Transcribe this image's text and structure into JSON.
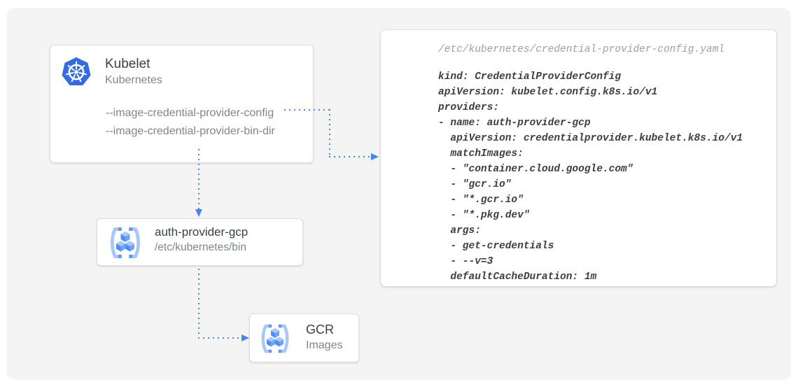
{
  "diagram": {
    "description": "Kubelet credential provider flow diagram"
  },
  "nodes": {
    "kubelet": {
      "title": "Kubelet",
      "subtitle": "Kubernetes",
      "icon": "kubernetes-icon",
      "flags": [
        "--image-credential-provider-config",
        "--image-credential-provider-bin-dir"
      ]
    },
    "auth_provider": {
      "title": "auth-provider-gcp",
      "subtitle": "/etc/kubernetes/bin",
      "icon": "gcr-icon"
    },
    "gcr": {
      "title": "GCR",
      "subtitle": "Images",
      "icon": "gcr-icon"
    }
  },
  "code_panel": {
    "file_path": "/etc/kubernetes/credential-provider-config.yaml",
    "yaml_lines": [
      "kind: CredentialProviderConfig",
      "apiVersion: kubelet.config.k8s.io/v1",
      "providers:",
      "- name: auth-provider-gcp",
      "  apiVersion: credentialprovider.kubelet.k8s.io/v1",
      "  matchImages:",
      "  - \"container.cloud.google.com\"",
      "  - \"gcr.io\"",
      "  - \"*.gcr.io\"",
      "  - \"*.pkg.dev\"",
      "  args:",
      "  - get-credentials",
      "  - --v=3",
      "  defaultCacheDuration: 1m"
    ]
  },
  "colors": {
    "arrow_blue": "#4285F4",
    "kubernetes_blue": "#326CE5",
    "gcr_bracket_light": "#A8C7FA",
    "gcr_bracket_tip": "#5E97F6",
    "gcr_cube_top": "#A8C8FB",
    "gcr_cube_left": "#4E8DF5",
    "gcr_cube_right": "#6FA3F8",
    "title_text": "#3C4043",
    "muted_text": "#80868B",
    "code_text": "#3C4043",
    "comment_text": "#9AA0A6",
    "card_border": "#DCDEE1",
    "canvas_bg": "#F4F4F5"
  }
}
